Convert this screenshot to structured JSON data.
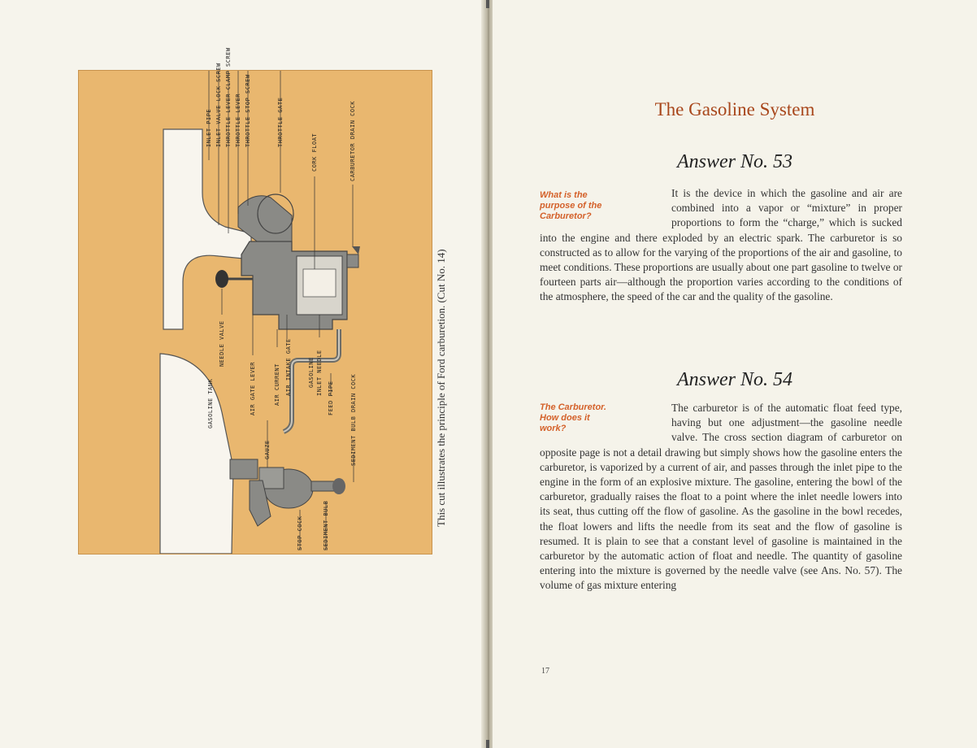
{
  "figure": {
    "labels": {
      "inlet_pipe": "INLET PIPE",
      "inlet_valve_lock_screw": "INLET VALVE LOCK SCREW",
      "throttle_lever_clamp_screw": "THROTTLE LEVER CLAMP SCREW",
      "throttle_lever": "THROTTLE LEVER",
      "throttle_stop_screw": "THROTTLE STOP SCREW",
      "throttle_gate": "THROTTLE GATE",
      "cork_float": "CORK FLOAT",
      "carburetor_drain_cock": "CARBURETOR DRAIN COCK",
      "needle_valve": "NEEDLE VALVE",
      "gasoline_tank": "GASOLINE TANK",
      "air_gate_lever": "AIR GATE LEVER",
      "air_current": "AIR CURRENT",
      "air_intake_gate": "AIR INTAKE GATE",
      "gasoline": "GASOLINE",
      "inlet_needle": "INLET NEEDLE",
      "feed_pipe": "FEED PIPE",
      "gauze": "GAUZE",
      "sediment_bulb_drain_cock": "SEDIMENT BULB DRAIN COCK",
      "stop_cock": "STOP COCK",
      "sediment_bulb": "SEDIMENT BULB"
    },
    "caption": "This cut illustrates the principle of Ford carburetion.   (Cut No. 14)",
    "colors": {
      "background": "#e9b76f",
      "metal": "#8a8a86",
      "tank": "#f8f5ee"
    }
  },
  "right_page": {
    "heading": "The Gasoline System",
    "answer53": {
      "title": "Answer No. 53",
      "question_lines": [
        "What is the",
        "purpose of the",
        "Carburetor?"
      ],
      "text": "It is the device in which the gasoline and air are combined into a vapor or “mixture” in proper proportions to form the “charge,” which is sucked into the engine and there exploded by an electric spark. The carburetor is so constructed as to allow for the varying of the proportions of the air and gasoline, to meet conditions. These proportions are usually about one part gasoline to twelve or fourteen parts air—although the proportion varies according to the conditions of the atmosphere, the speed of the car and the quality of the gasoline."
    },
    "answer54": {
      "title": "Answer No. 54",
      "question_lines": [
        "The Carburetor.",
        "How does it",
        "work?"
      ],
      "text": "The carburetor is of the automatic float feed type, having but one adjustment—the gasoline needle valve. The cross section diagram of carburetor on opposite page is not a detail drawing but simply shows how the gasoline enters the carburetor, is vaporized by a current of air, and passes through the inlet pipe to the engine in the form of an explosive mixture. The gasoline, entering the bowl of the carburetor, gradually raises the float to a point where the inlet needle lowers into its seat, thus cutting off the flow of gasoline. As the gasoline in the bowl recedes, the float lowers and lifts the needle from its seat and the flow of gasoline is resumed. It is plain to see that a constant level of gasoline is maintained in the carburetor by the automatic action of float and needle. The quantity of gasoline entering into the mixture is governed by the needle valve (see Ans. No. 57). The volume of gas mixture entering"
    },
    "page_number": "17"
  },
  "colors": {
    "heading": "#a8461b",
    "question": "#d4612a",
    "paper": "#f5f3ea"
  }
}
